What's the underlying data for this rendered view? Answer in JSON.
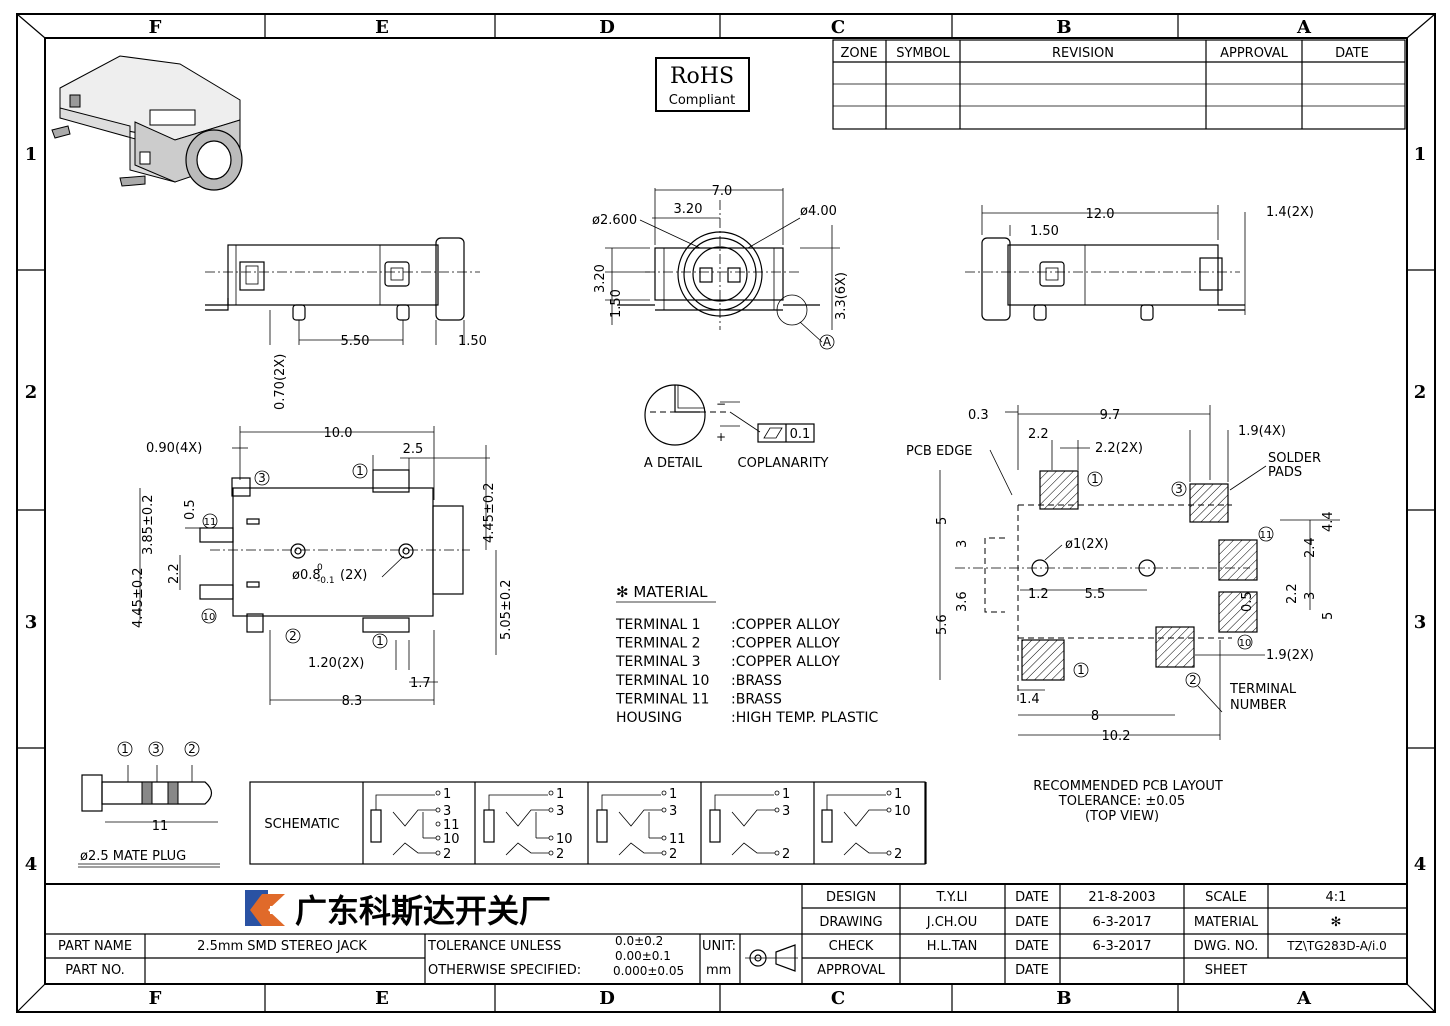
{
  "zones": {
    "columns": [
      "F",
      "E",
      "D",
      "C",
      "B",
      "A"
    ],
    "rows": [
      "1",
      "2",
      "3",
      "4"
    ]
  },
  "rohs": {
    "line1": "RoHS",
    "line2": "Compliant"
  },
  "revision_table": {
    "headers": [
      "ZONE",
      "SYMBOL",
      "REVISION",
      "APPROVAL",
      "DATE"
    ]
  },
  "front_view": {
    "dim_7_0": "7.0",
    "dim_3_20": "3.20",
    "dim_phi2600": "ø2.600",
    "dim_phi400": "ø4.00",
    "dim_3_20v": "3.20",
    "dim_1_50v": "1.50",
    "dim_3_3": "3.3(6X)",
    "detail": "A"
  },
  "side_left": {
    "dim_5_50": "5.50",
    "dim_1_50": "1.50",
    "dim_070": "0.70(2X)"
  },
  "side_right": {
    "dim_12_0": "12.0",
    "dim_1_50": "1.50",
    "dim_1_4": "1.4(2X)"
  },
  "detail_a": {
    "label": "A DETAIL",
    "coplanarity": "COPLANARITY",
    "tol": "0.1"
  },
  "top_view": {
    "dim_10_0": "10.0",
    "dim_090": "0.90(4X)",
    "dim_2_5": "2.5",
    "dim_385": "3.85±0.2",
    "dim_445l": "4.45±0.2",
    "dim_0_5": "0.5",
    "dim_2_2": "2.2",
    "dim_445r": "4.45±0.2",
    "dim_505": "5.05±0.2",
    "dim_holes": "ø0.8",
    "holes_sup": "0",
    "holes_sub": "-0.1",
    "holes_tail": "(2X)",
    "dim_120": "1.20(2X)",
    "dim_1_7": "1.7",
    "dim_8_3": "8.3",
    "terms": [
      "1",
      "2",
      "3",
      "10",
      "11"
    ]
  },
  "material": {
    "title": "✻ MATERIAL",
    "rows": [
      {
        "name": "TERMINAL  1",
        "value": ":COPPER  ALLOY"
      },
      {
        "name": "TERMINAL  2",
        "value": ":COPPER  ALLOY"
      },
      {
        "name": "TERMINAL  3",
        "value": ":COPPER  ALLOY"
      },
      {
        "name": "TERMINAL  10",
        "value": ":BRASS"
      },
      {
        "name": "TERMINAL  11",
        "value": ":BRASS"
      },
      {
        "name": "HOUSING",
        "value": ":HIGH  TEMP.  PLASTIC"
      }
    ]
  },
  "pcb": {
    "dim_0_3": "0.3",
    "dim_9_7": "9.7",
    "dim_2_2": "2.2",
    "dim_2_2x": "2.2(2X)",
    "dim_1_9_4x": "1.9(4X)",
    "pcb_edge": "PCB  EDGE",
    "solder1": "SOLDER",
    "solder2": "PADS",
    "dim_phi1": "ø1(2X)",
    "dim_1_2": "1.2",
    "dim_5_5": "5.5",
    "dim_5": "5",
    "dim_3": "3",
    "dim_3_6": "3.6",
    "dim_5_6": "5.6",
    "dim_2_4": "2.4",
    "dim_4_4": "4.4",
    "dim_0_5": "0.5",
    "dim_2_2b": "2.2",
    "dim_3b": "3",
    "dim_5b": "5",
    "dim_1_9_2x": "1.9(2X)",
    "dim_1_4": "1.4",
    "dim_8": "8",
    "dim_10_2": "10.2",
    "term1": "TERMINAL",
    "term2": "NUMBER",
    "cap1": "RECOMMENDED  PCB  LAYOUT",
    "cap2": "TOLERANCE: ±0.05",
    "cap3": "(TOP  VIEW)"
  },
  "plug": {
    "label": "ø2.5  MATE  PLUG",
    "dim_11": "11"
  },
  "schematic": {
    "label": "SCHEMATIC",
    "panels": [
      [
        "1",
        "3",
        "11",
        "10",
        "2"
      ],
      [
        "1",
        "3",
        "10",
        "2"
      ],
      [
        "1",
        "3",
        "11",
        "2"
      ],
      [
        "1",
        "3",
        "2"
      ],
      [
        "1",
        "10",
        "2"
      ]
    ]
  },
  "title_block": {
    "company": "广东科斯达开关厂",
    "part_name_label": "PART NAME",
    "part_name": "2.5mm  SMD  STEREO  JACK",
    "part_no_label": "PART NO.",
    "tol1": "TOLERANCE  UNLESS",
    "tol2": "OTHERWISE  SPECIFIED:",
    "tolA": "0.0±0.2",
    "tolB": "0.00±0.1",
    "tolC": "0.000±0.05",
    "unit_label": "UNIT:",
    "unit": "mm",
    "design_label": "DESIGN",
    "design": "T.Y.LI",
    "drawing_label": "DRAWING",
    "drawing": "J.CH.OU",
    "check_label": "CHECK",
    "check": "H.L.TAN",
    "approval_label": "APPROVAL",
    "date_label": "DATE",
    "date1": "21-8-2003",
    "date2": "6-3-2017",
    "date3": "6-3-2017",
    "scale_label": "SCALE",
    "scale": "4:1",
    "material_label": "MATERIAL",
    "material": "✻",
    "dwg_label": "DWG. NO.",
    "dwg": "TZ\\TG283D-A/i.0",
    "sheet_label": "SHEET"
  }
}
